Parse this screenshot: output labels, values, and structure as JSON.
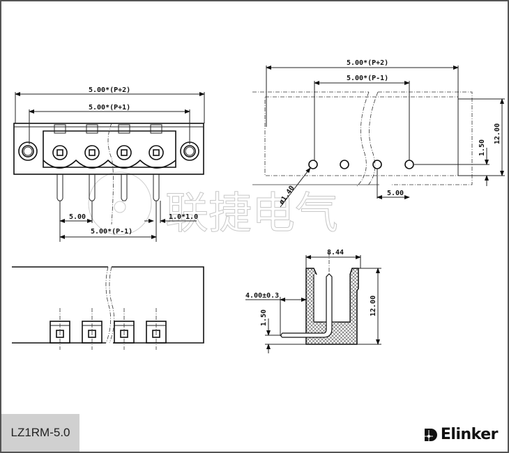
{
  "model_label": "LZ1RM-5.0",
  "brand": "Elinker",
  "watermark": "联捷电气",
  "front_view": {
    "dim_total": "5.00*(P+2)",
    "dim_mount": "5.00*(P+1)",
    "dim_pitch": "5.00",
    "dim_pins": "5.00*(P-1)",
    "dim_pin_size": "1.0*1.0"
  },
  "hole_view": {
    "dim_total": "5.00*(P+2)",
    "dim_pins": "5.00*(P-1)",
    "dim_pitch": "5.00",
    "dim_hole": "ø1.40",
    "dim_height": "12.00",
    "dim_offset": "1.50"
  },
  "side_view": {
    "dim_width": "8.44",
    "dim_pin_length": "4.00±0.3",
    "dim_offset": "1.50",
    "dim_height": "12.00"
  }
}
